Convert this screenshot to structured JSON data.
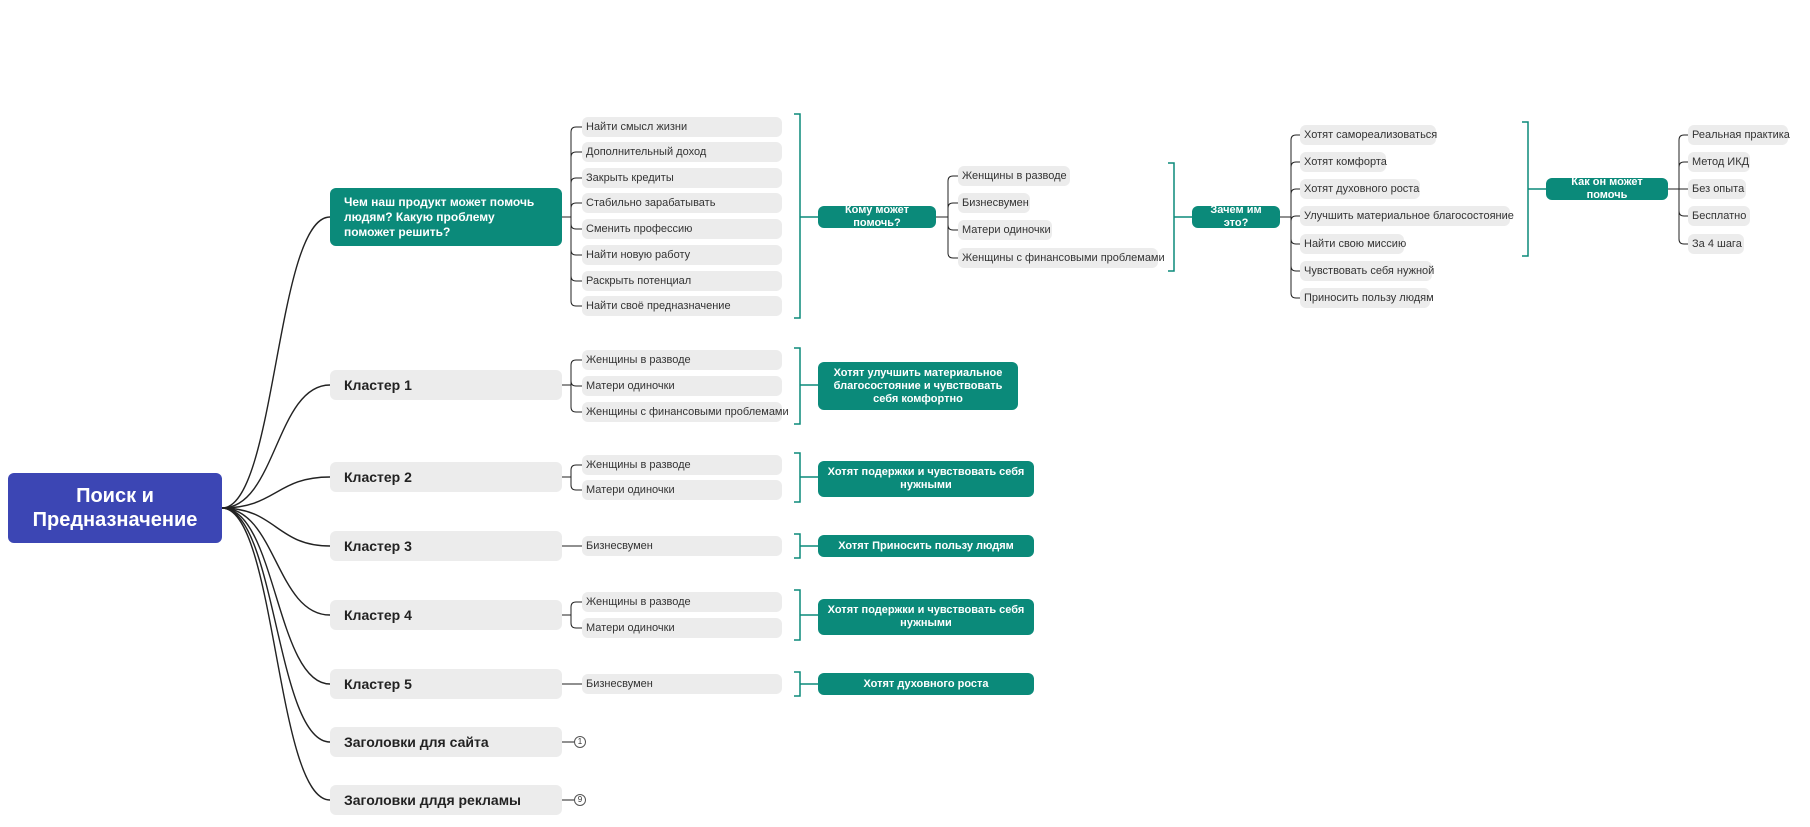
{
  "root": {
    "label": "Поиск и Предназначение"
  },
  "branches": {
    "product": {
      "label": "Чем наш продукт может помочь людям? Какую проблему поможет решить?",
      "problems": [
        "Найти смысл жизни",
        "Дополнительный доход",
        "Закрыть кредиты",
        "Стабильно зарабатывать",
        "Сменить профессию",
        "Найти новую работу",
        "Раскрыть потенциал",
        "Найти своё предназначение"
      ],
      "who_label": "Кому может помочь?",
      "who": [
        "Женщины в разводе",
        "Бизнесвумен",
        "Матери одиночки",
        "Женщины с финансовыми проблемами"
      ],
      "why_label": "Зачем им это?",
      "why": [
        "Хотят самореализоваться",
        "Хотят комфорта",
        "Хотят духовного роста",
        "Улучшить материальное благосостояние",
        "Найти свою миссию",
        "Чувствовать себя нужной",
        "Приносить пользу людям"
      ],
      "how_label": "Как он может помочь",
      "how": [
        "Реальная практика",
        "Метод ИКД",
        "Без опыта",
        "Бесплатно",
        "За 4 шага"
      ]
    },
    "clusters": [
      {
        "label": "Кластер 1",
        "items": [
          "Женщины в разводе",
          "Матери одиночки",
          "Женщины с финансовыми проблемами"
        ],
        "summary": "Хотят улучшить материальное благосостояние и чувствовать себя комфортно"
      },
      {
        "label": "Кластер 2",
        "items": [
          "Женщины в разводе",
          "Матери одиночки"
        ],
        "summary": "Хотят подержки и чувствовать себя нужными"
      },
      {
        "label": "Кластер 3",
        "items": [
          "Бизнесвумен"
        ],
        "summary": "Хотят Приносить пользу людям"
      },
      {
        "label": "Кластер 4",
        "items": [
          "Женщины в разводе",
          "Матери одиночки"
        ],
        "summary": "Хотят подержки и чувствовать себя нужными"
      },
      {
        "label": "Кластер 5",
        "items": [
          "Бизнесвумен"
        ],
        "summary": "Хотят духовного роста"
      }
    ],
    "site_headlines": {
      "label": "Заголовки для сайта",
      "count": "1"
    },
    "ad_headlines": {
      "label": "Заголовки длдя рекламы",
      "count": "9"
    }
  },
  "colors": {
    "root": "#3c46b4",
    "accent": "#0b8a7a",
    "pill": "#ececec",
    "line": "#222222"
  }
}
